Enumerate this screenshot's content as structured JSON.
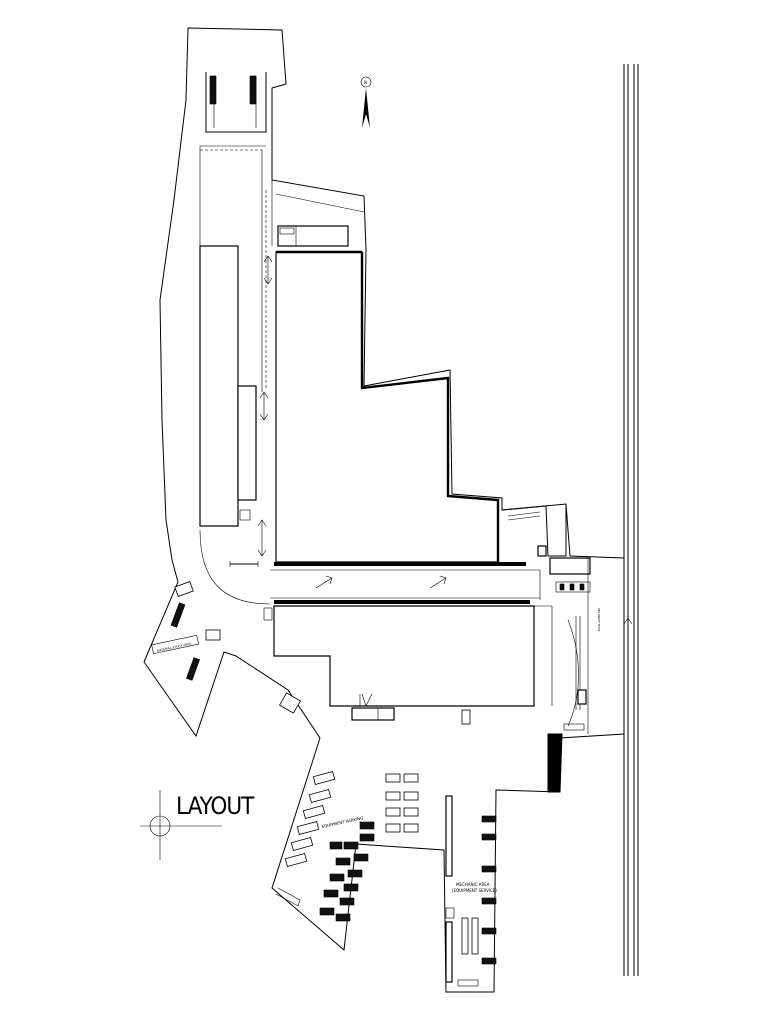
{
  "labels": {
    "layout_title": "LAYOUT",
    "equipment_parking": "EQUIPMENT PARKING",
    "mechanic_area_line1": "MECHANIC AREA",
    "mechanic_area_line2": "(EQUIPMENT SERVICE)",
    "north": "N",
    "stockyard_label": "MATERIAL STOCK AREA"
  },
  "colors": {
    "ink": "#000000",
    "paper": "#ffffff"
  }
}
